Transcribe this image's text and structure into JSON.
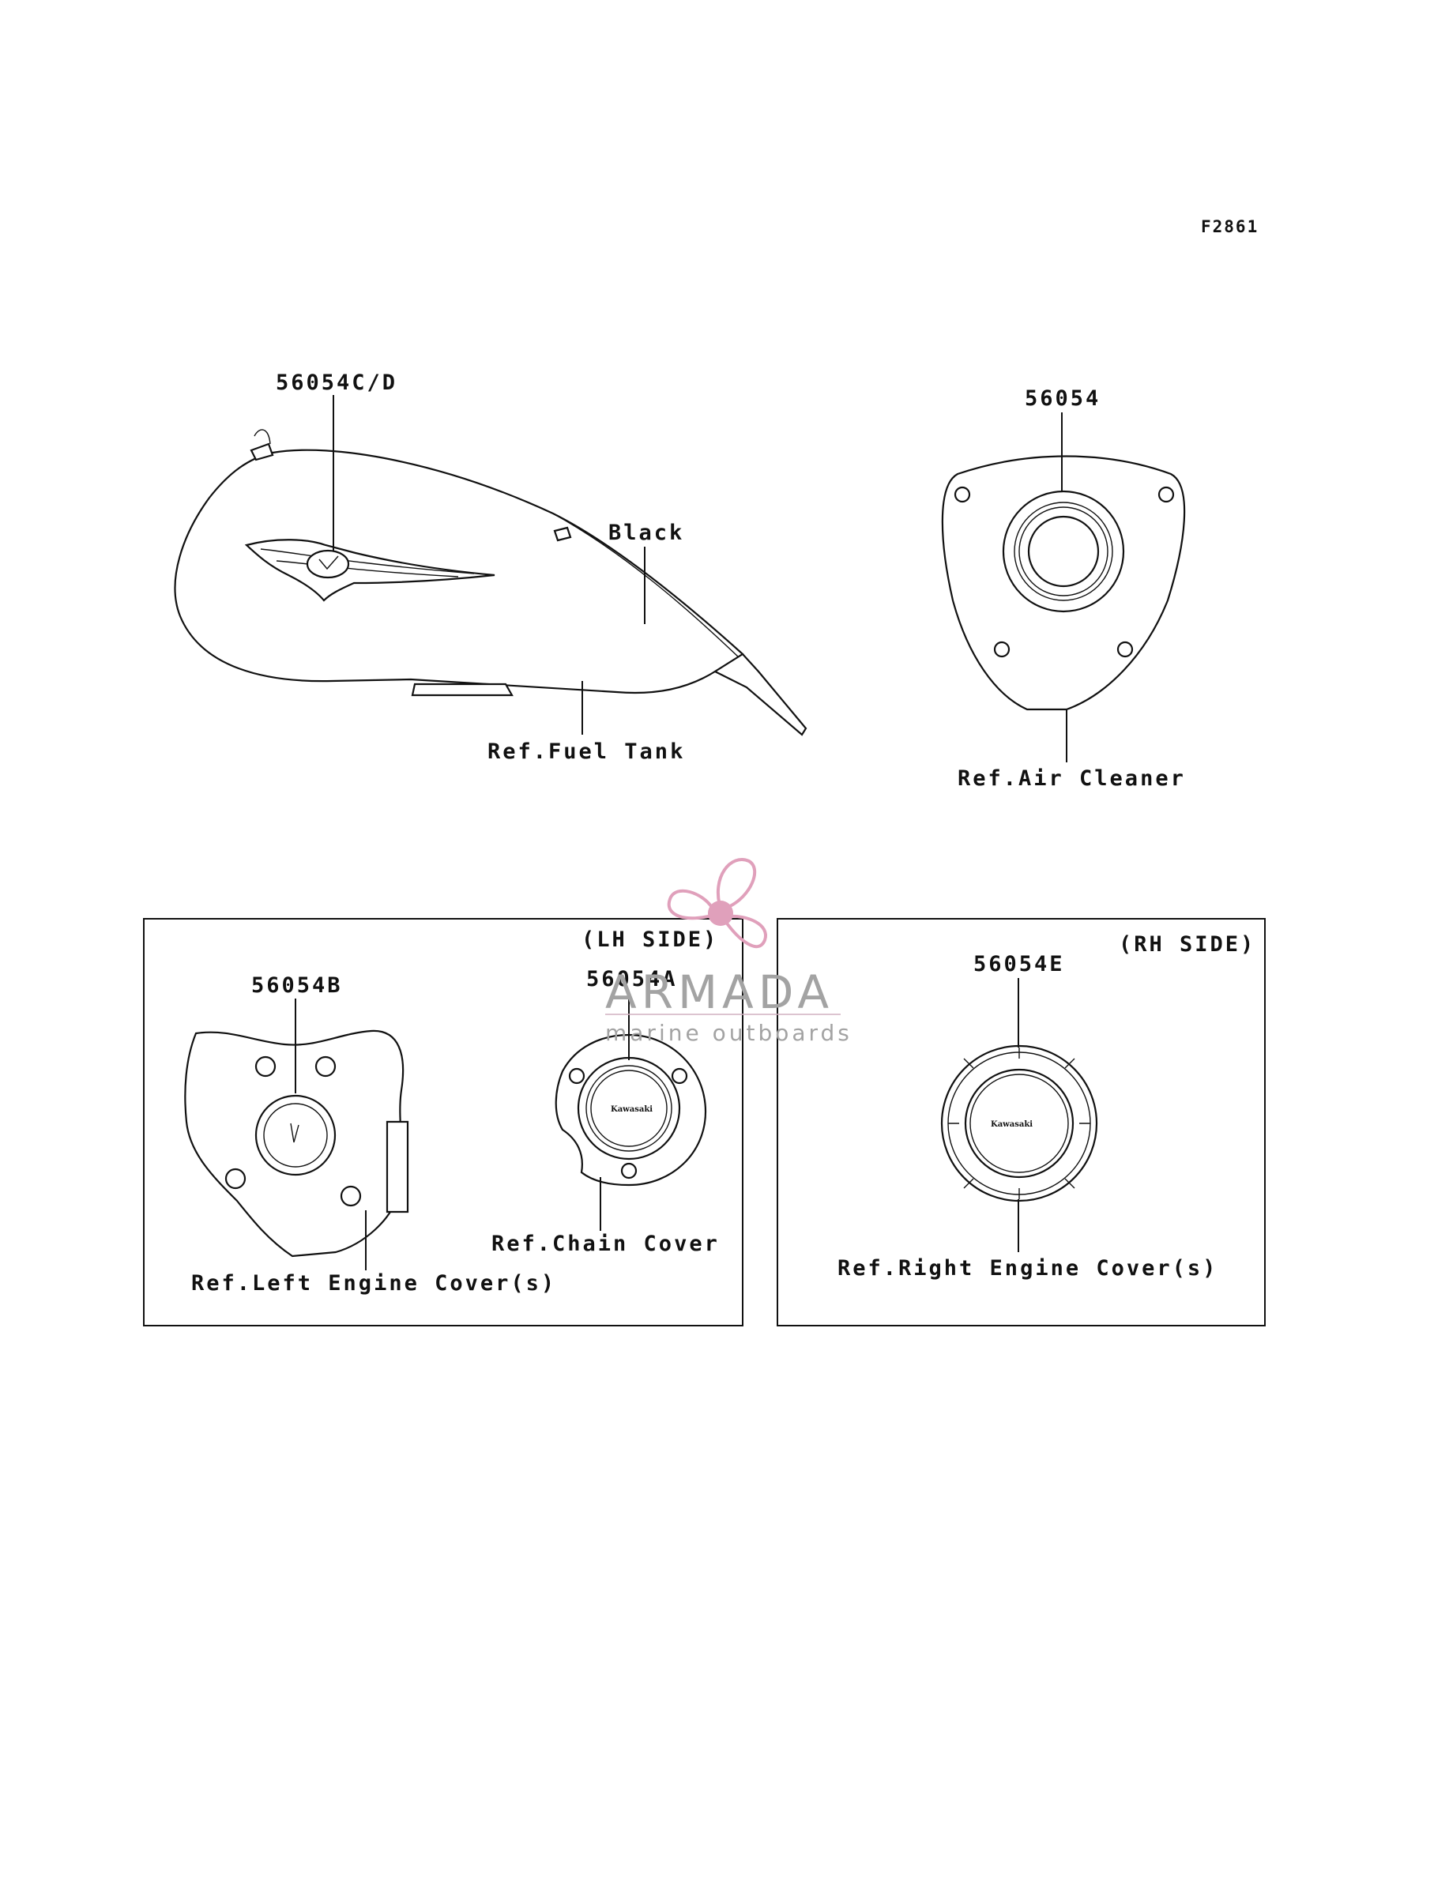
{
  "figure_code": "F2861",
  "callouts": {
    "tank_part": "56054C/D",
    "tank_color": "Black",
    "tank_ref": "Ref.Fuel Tank",
    "air_part": "56054",
    "air_ref": "Ref.Air Cleaner",
    "lh_side": "(LH SIDE)",
    "left_cover_part": "56054B",
    "left_cover_ref": "Ref.Left Engine Cover(s)",
    "chain_part": "56054A",
    "chain_ref": "Ref.Chain Cover",
    "rh_side": "(RH SIDE)",
    "right_cover_part": "56054E",
    "right_cover_ref": "Ref.Right Engine Cover(s)"
  },
  "emblem_text": "Kawasaki",
  "watermark": {
    "name": "ARMADA",
    "tagline": "marine outboards",
    "accent_color": "#e0a0bb"
  }
}
